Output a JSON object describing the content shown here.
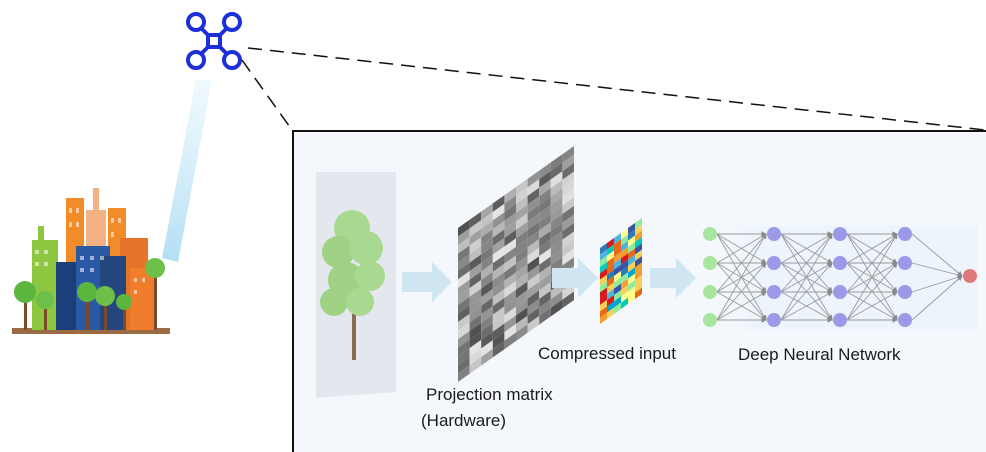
{
  "labels": {
    "projection_line1": "Projection matrix",
    "projection_line2": "(Hardware)",
    "compressed": "Compressed input",
    "dnn": "Deep Neural Network"
  },
  "colors": {
    "drone": "#1d2fd6",
    "beam": "#bfe4f5",
    "arrow": "#cfe6f2",
    "input_node": "#a8e6a0",
    "hidden_node": "#9a9ae8",
    "output_node": "#e07a7a",
    "dnn_bg": "#eef4fb",
    "panel_bg": "#f3f7fc",
    "panel_border": "#111111"
  },
  "network": {
    "layers": [
      4,
      4,
      4,
      4,
      1
    ],
    "layer_roles": [
      "input",
      "hidden",
      "hidden",
      "hidden",
      "output"
    ]
  }
}
